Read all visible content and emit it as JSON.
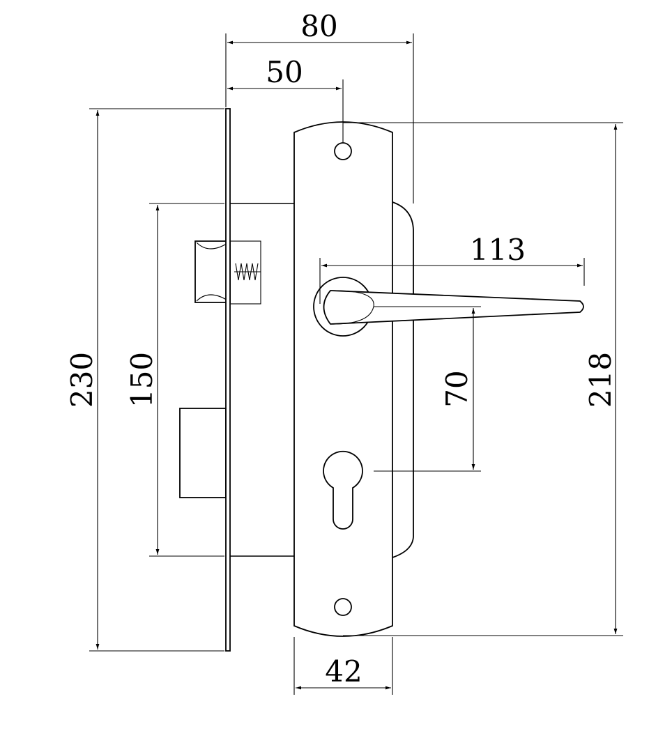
{
  "dimensions": {
    "overall_height": "230",
    "case_height": "150",
    "plate_height": "218",
    "backset_total": "80",
    "backset": "50",
    "handle_length": "113",
    "center_distance": "70",
    "plate_width": "42"
  }
}
